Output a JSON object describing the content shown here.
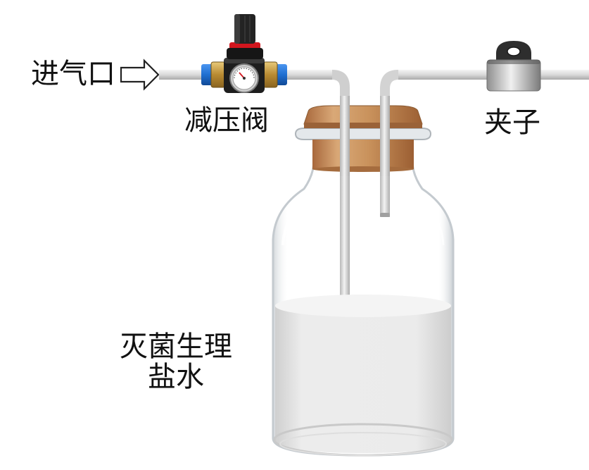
{
  "labels": {
    "inlet": "进气口",
    "valve": "减压阀",
    "clamp": "夹子",
    "saline_line1": "灭菌生理",
    "saline_line2": "盐水"
  },
  "parts": {
    "inlet_arrow": "outline-arrow-right",
    "valve": "pressure-reducing-valve-with-gauge",
    "clamp": "tube-clamp",
    "bottle": "glass-wash-bottle",
    "stopper": "cork-stopper"
  },
  "colors": {
    "tube": "#c9c9c9",
    "valve_body": "#1b1b1b",
    "valve_fitting": "#c9a24a",
    "valve_blue": "#1f6fd1",
    "valve_red": "#d2161e",
    "cork": "#c9925c",
    "glass": "#dfe3e6",
    "liquid": "#e9e9e9"
  }
}
